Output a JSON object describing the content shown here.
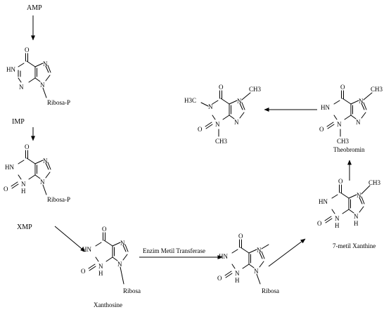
{
  "diagram": {
    "labels": {
      "amp": "AMP",
      "imp": "IMP",
      "xmp": "XMP",
      "xanthosine": "Xanthosine",
      "theobromin": "Theobromin",
      "metil_xanthine": "7-metil Xanthine",
      "enzyme": "Enzim Metil Transferase"
    },
    "substituents": {
      "ribosa_p": "Ribosa-P",
      "ribosa": "Ribosa"
    },
    "atoms": {
      "O": "O",
      "N": "N",
      "HN": "HN",
      "NH": "NH",
      "H": "H",
      "CH3": "CH3",
      "H3C": "H3C"
    }
  }
}
